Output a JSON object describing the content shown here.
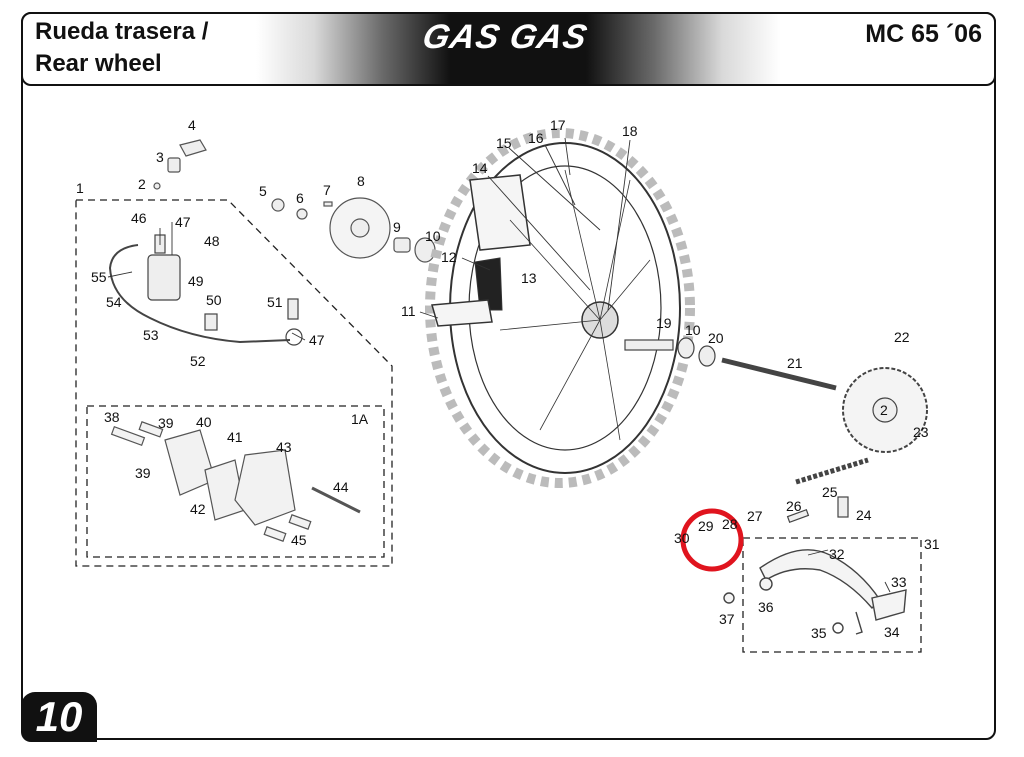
{
  "header": {
    "title_line1": "Rueda trasera /",
    "title_line2": "Rear wheel",
    "brand": "GAS GAS",
    "model": "MC 65 ´06"
  },
  "page_number": "10",
  "callouts": {
    "c1": "1",
    "c1a": "1A",
    "c2a": "2",
    "c2b": "2",
    "c3": "3",
    "c4": "4",
    "c5": "5",
    "c6": "6",
    "c7": "7",
    "c8": "8",
    "c9": "9",
    "c10a": "10",
    "c10b": "10",
    "c11": "11",
    "c12": "12",
    "c13": "13",
    "c14": "14",
    "c15": "15",
    "c16": "16",
    "c17": "17",
    "c18": "18",
    "c19": "19",
    "c20": "20",
    "c21": "21",
    "c22": "22",
    "c23": "23",
    "c24": "24",
    "c25": "25",
    "c26": "26",
    "c27": "27",
    "c28": "28",
    "c29": "29",
    "c30": "30",
    "c31": "31",
    "c32": "32",
    "c33": "33",
    "c34": "34",
    "c35": "35",
    "c36": "36",
    "c37": "37",
    "c38": "38",
    "c39a": "39",
    "c39b": "39",
    "c40": "40",
    "c41": "41",
    "c42": "42",
    "c43": "43",
    "c44": "44",
    "c45": "45",
    "c46": "46",
    "c47a": "47",
    "c47b": "47",
    "c48": "48",
    "c49": "49",
    "c50": "50",
    "c51": "51",
    "c52": "52",
    "c53": "53",
    "c54": "54",
    "c55": "55"
  },
  "highlight_color": "#e0141e"
}
